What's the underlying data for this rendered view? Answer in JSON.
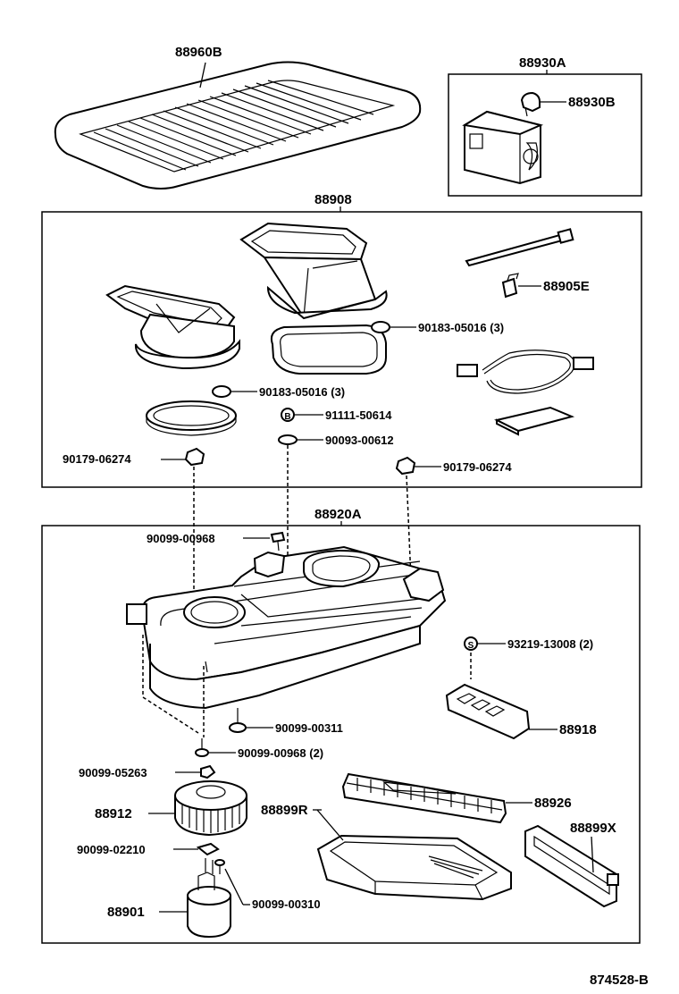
{
  "labels": {
    "p88960B": "88960B",
    "p88930A": "88930A",
    "p88930B": "88930B",
    "p88908": "88908",
    "p88905E": "88905E",
    "p90183a": "90183-05016 (3)",
    "p90183b": "90183-05016 (3)",
    "p91111": "91111-50614",
    "p90093": "90093-00612",
    "p90179a": "90179-06274",
    "p90179b": "90179-06274",
    "p88920A": "88920A",
    "p90099_968": "90099-00968",
    "p93219": "93219-13008 (2)",
    "p90099_311": "90099-00311",
    "p88918": "88918",
    "p90099_968b": "90099-00968 (2)",
    "p90099_263": "90099-05263",
    "p88926": "88926",
    "p88912": "88912",
    "p88899R": "88899R",
    "p88899X": "88899X",
    "p90099_210": "90099-02210",
    "p90099_310": "90099-00310",
    "p88901": "88901",
    "ref": "874528-B"
  },
  "markers": {
    "b": "B",
    "s": "S"
  }
}
